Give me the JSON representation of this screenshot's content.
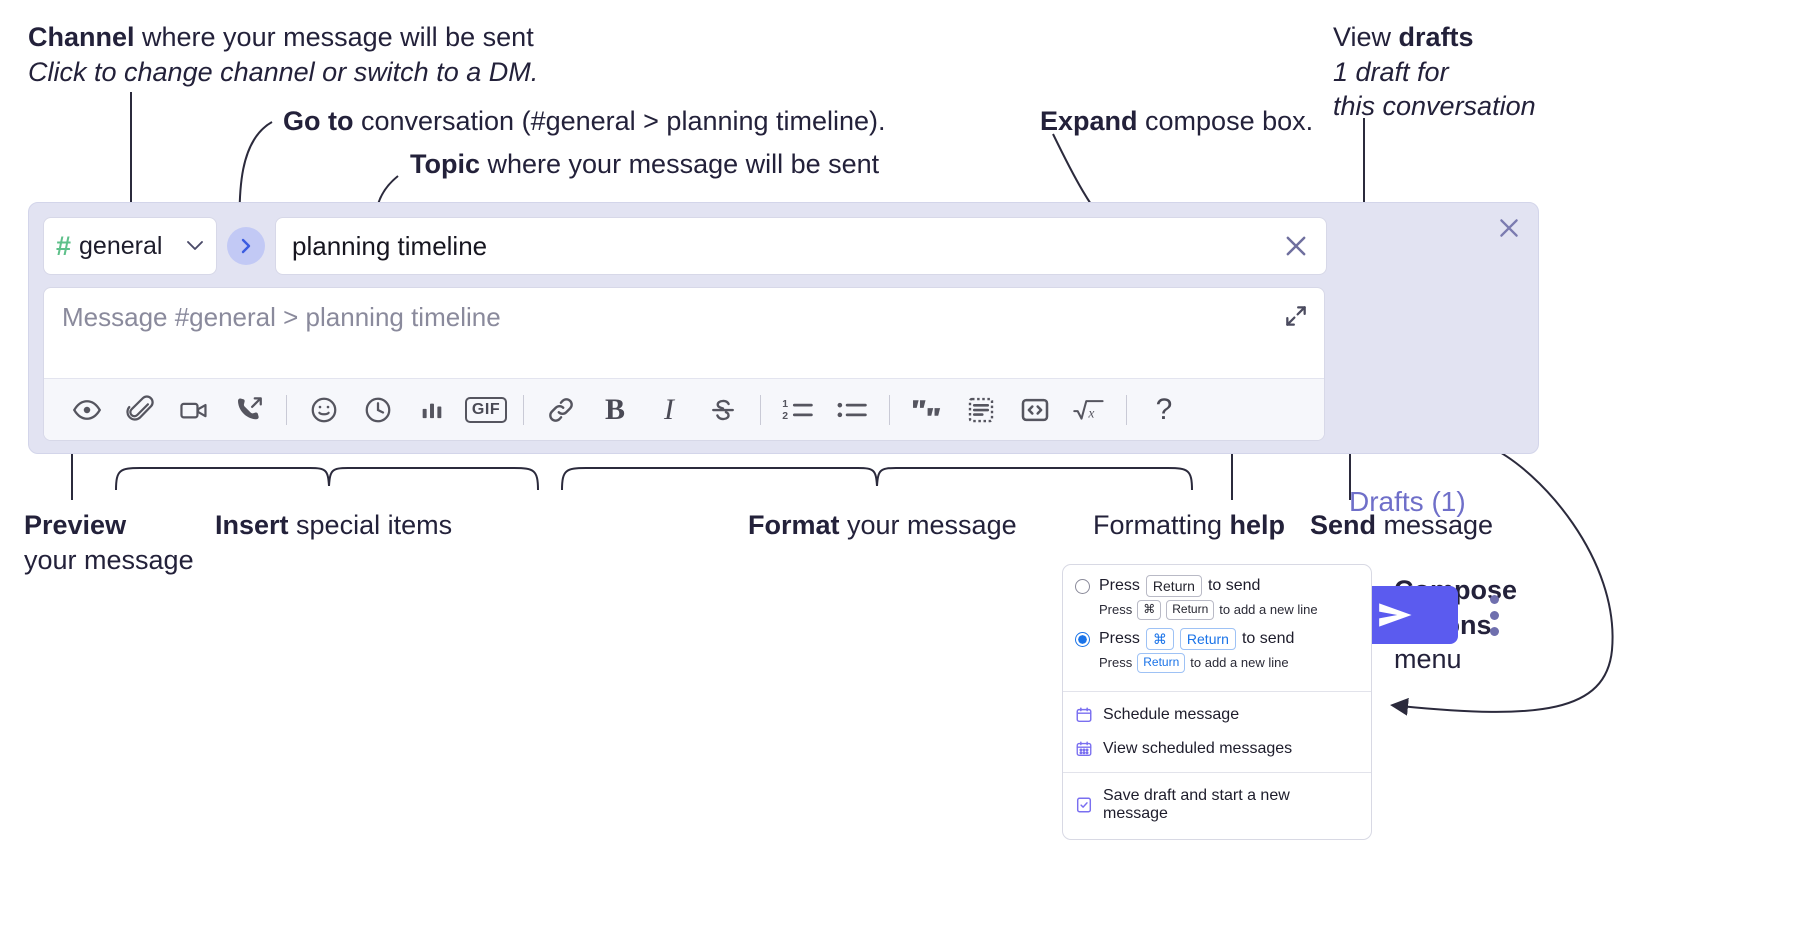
{
  "annotations": {
    "channel": {
      "bold": "Channel",
      "rest": " where your message will be sent",
      "italic": "Click to change channel or switch to a DM."
    },
    "goto": {
      "bold": "Go to",
      "rest": " conversation (#general > planning timeline)."
    },
    "topic": {
      "bold": "Topic",
      "rest": " where your message will be sent"
    },
    "expand": {
      "bold": "Expand",
      "rest": " compose box."
    },
    "drafts": {
      "normal": "View ",
      "bold": "drafts",
      "italic1": "1 draft for",
      "italic2": "this conversation"
    },
    "preview": {
      "bold": "Preview",
      "rest": "your message"
    },
    "insert": {
      "bold": "Insert",
      "rest": " special items"
    },
    "format": {
      "bold": "Format",
      "rest": " your message"
    },
    "help": {
      "normal": "Formatting ",
      "bold": "help"
    },
    "send": {
      "bold": "Send",
      "rest": " message"
    },
    "compose_options": {
      "line1": "Compose",
      "line2": "options",
      "line3": "menu"
    }
  },
  "compose": {
    "channel_name": "general",
    "hash_symbol": "#",
    "caret_symbol": "⌄",
    "goto_symbol": "›",
    "topic_value": "planning timeline",
    "message_placeholder": "Message #general > planning timeline",
    "drafts_label": "Drafts (1)",
    "toolbar": [
      {
        "name": "preview-icon",
        "label": "Preview"
      },
      {
        "name": "attachment-icon",
        "label": "Attach file"
      },
      {
        "name": "video-icon",
        "label": "Record video clip"
      },
      {
        "name": "call-icon",
        "label": "Start a call"
      },
      {
        "sep": true
      },
      {
        "name": "emoji-icon",
        "label": "Emoji"
      },
      {
        "name": "clock-icon",
        "label": "Reminder"
      },
      {
        "name": "poll-icon",
        "label": "Poll"
      },
      {
        "name": "gif-icon",
        "label": "GIF"
      },
      {
        "sep": true
      },
      {
        "name": "link-icon",
        "label": "Link"
      },
      {
        "name": "bold-icon",
        "label": "B"
      },
      {
        "name": "italic-icon",
        "label": "I"
      },
      {
        "name": "strikethrough-icon",
        "label": "Strikethrough"
      },
      {
        "sep": true
      },
      {
        "name": "ordered-list-icon",
        "label": "Ordered list"
      },
      {
        "name": "bulleted-list-icon",
        "label": "Bulleted list"
      },
      {
        "sep": true
      },
      {
        "name": "blockquote-icon",
        "label": "Blockquote"
      },
      {
        "name": "spoiler-icon",
        "label": "Spoiler"
      },
      {
        "name": "code-icon",
        "label": "Code"
      },
      {
        "name": "math-icon",
        "label": "Math"
      },
      {
        "sep": true
      },
      {
        "name": "help-icon",
        "label": "?"
      }
    ]
  },
  "options_menu": {
    "option1": {
      "selected": false,
      "main_prefix": "Press",
      "main_key": "Return",
      "main_suffix": "to send",
      "sub_prefix": "Press",
      "sub_key1": "⌘",
      "sub_key2": "Return",
      "sub_suffix": "to add a new line"
    },
    "option2": {
      "selected": true,
      "main_prefix": "Press",
      "main_key1": "⌘",
      "main_key2": "Return",
      "main_suffix": "to send",
      "sub_prefix": "Press",
      "sub_key": "Return",
      "sub_suffix": "to add a new line"
    },
    "items": [
      {
        "icon": "calendar-icon",
        "label": "Schedule message"
      },
      {
        "icon": "calendar-grid-icon",
        "label": "View scheduled messages"
      },
      {
        "icon": "draft-check-icon",
        "label": "Save draft and start a new message"
      }
    ]
  },
  "colors": {
    "compose_bg": "#e2e3f2",
    "accent_purple": "#5b5bef",
    "drafts_text": "#6f6fc9",
    "hash_green": "#5ec08a",
    "goto_blue": "#3c5ce0",
    "radio_blue": "#1a73e8",
    "menu_icon_purple": "#7a6ff0"
  }
}
